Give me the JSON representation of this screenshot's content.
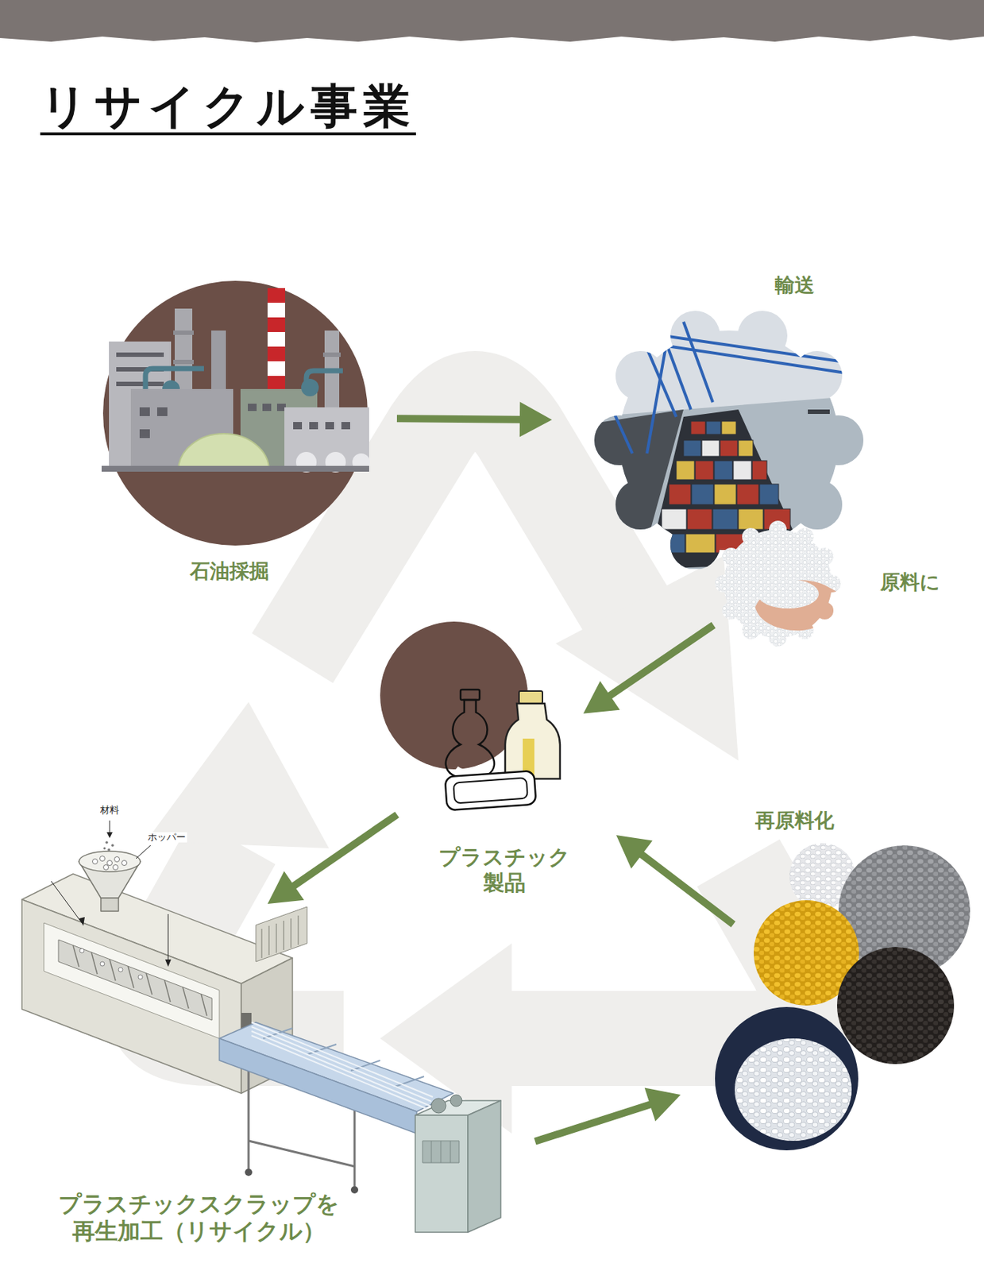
{
  "diagram": {
    "title": "リサイクル事業",
    "nodes": [
      {
        "text": [
          "石油採掘"
        ]
      },
      {
        "text": [
          "輸送"
        ]
      },
      {
        "text": [
          "原料に"
        ]
      },
      {
        "text": [
          "プラスチック 製品"
        ]
      },
      {
        "text": [
          "プラスチックスクラップを 再生加工（リサイクル）"
        ]
      },
      {
        "text": [
          "再原料化"
        ]
      }
    ],
    "edges": [
      {
        "from": 0,
        "to": 1,
        "arrow": "to"
      },
      {
        "from": 2,
        "to": 3,
        "arrow": "to"
      },
      {
        "from": 3,
        "to": 4,
        "arrow": "to"
      },
      {
        "from": 4,
        "to": 5,
        "arrow": "to"
      },
      {
        "from": 5,
        "to": 3,
        "arrow": "to"
      }
    ],
    "labels": [
      "材料",
      "ホッパー"
    ]
  }
}
